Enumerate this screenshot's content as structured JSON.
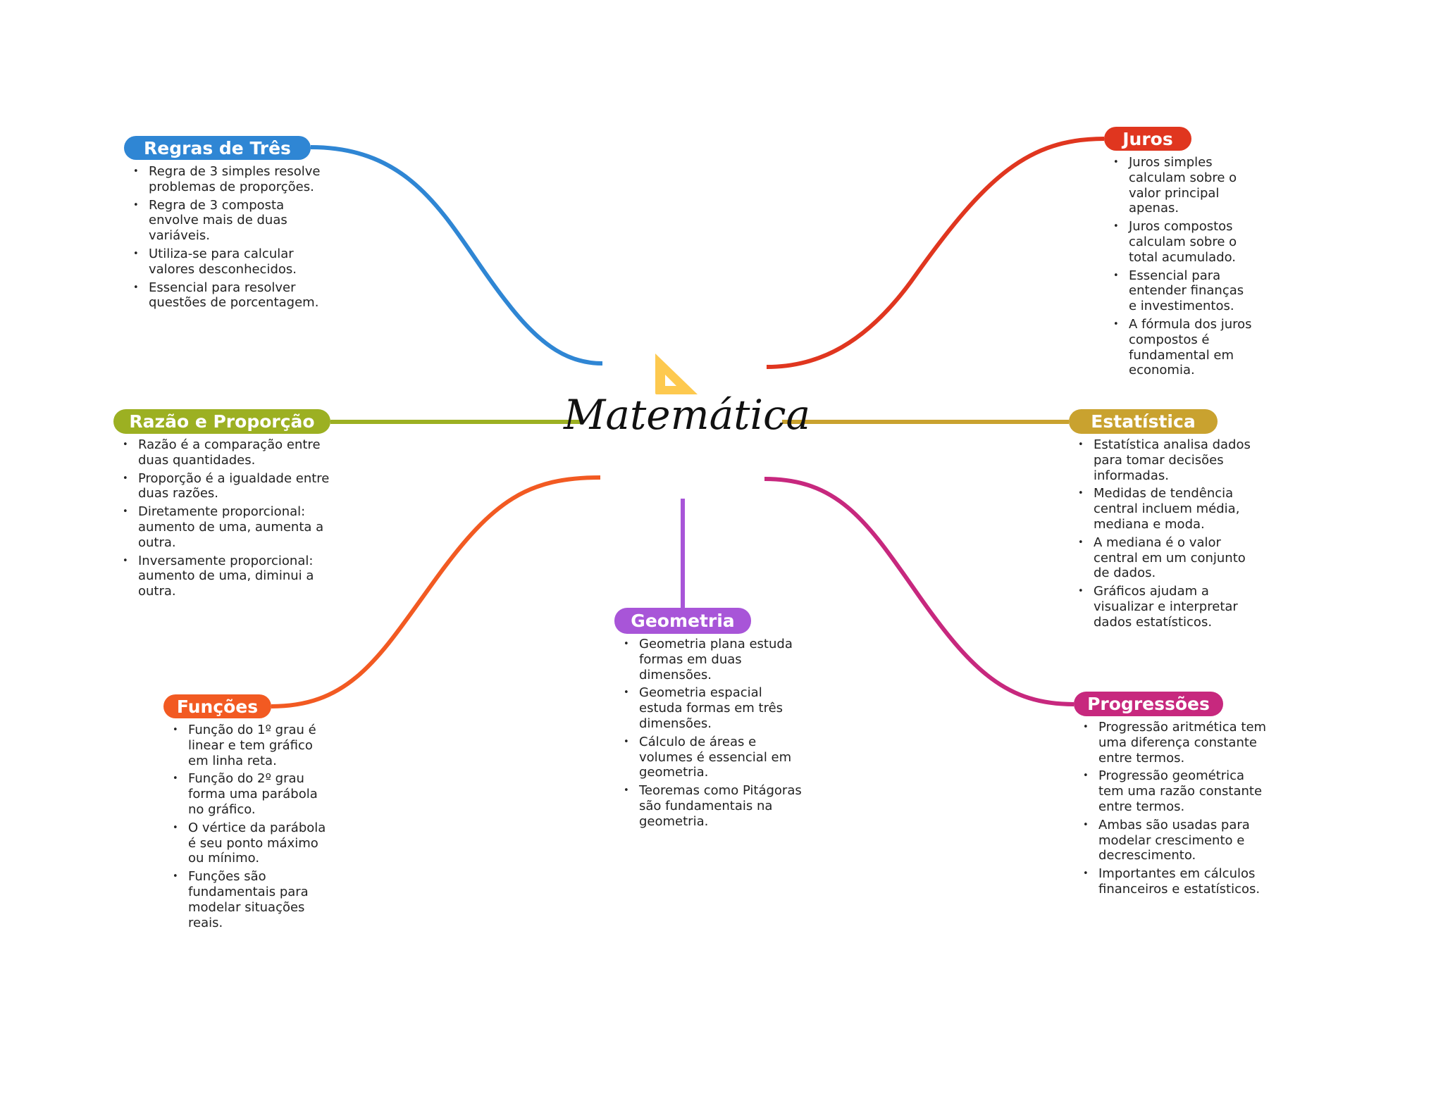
{
  "central": {
    "title": "Matemática",
    "icon": "set-square-icon",
    "icon_color": "#FDC94F"
  },
  "branches": [
    {
      "id": "regras",
      "label": "Regras de Três",
      "color": "#2F86D4",
      "items": [
        "Regra de 3 simples resolve problemas de proporções.",
        "Regra de 3 composta envolve mais de duas variáveis.",
        "Utiliza-se para calcular valores desconhecidos.",
        "Essencial para resolver questões de porcentagem."
      ]
    },
    {
      "id": "juros",
      "label": "Juros",
      "color": "#E0361F",
      "items": [
        "Juros simples calculam sobre o valor principal apenas.",
        "Juros compostos calculam sobre o total acumulado.",
        "Essencial para entender finanças e investimentos.",
        "A fórmula dos juros compostos é fundamental em economia."
      ]
    },
    {
      "id": "razao",
      "label": "Razão e Proporção",
      "color": "#9CB022",
      "items": [
        "Razão é a comparação entre duas quantidades.",
        "Proporção é a igualdade entre duas razões.",
        "Diretamente proporcional: aumento de uma, aumenta a outra.",
        "Inversamente proporcional: aumento de uma, diminui a outra."
      ]
    },
    {
      "id": "estatistica",
      "label": "Estatística",
      "color": "#C9A22F",
      "items": [
        "Estatística analisa dados para tomar decisões informadas.",
        "Medidas de tendência central incluem média, mediana e moda.",
        "A mediana é o valor central em um conjunto de dados.",
        "Gráficos ajudam a visualizar e interpretar dados estatísticos."
      ]
    },
    {
      "id": "funcoes",
      "label": "Funções",
      "color": "#F25A22",
      "items": [
        "Função do 1º grau é linear e tem gráfico em linha reta.",
        "Função do 2º grau forma uma parábola no gráfico.",
        "O vértice da parábola é seu ponto máximo ou mínimo.",
        "Funções são fundamentais para modelar situações reais."
      ]
    },
    {
      "id": "geometria",
      "label": "Geometria",
      "color": "#A855D8",
      "items": [
        "Geometria plana estuda formas em duas dimensões.",
        "Geometria espacial estuda formas em três dimensões.",
        "Cálculo de áreas e volumes é essencial em geometria.",
        "Teoremas como Pitágoras são fundamentais na geometria."
      ]
    },
    {
      "id": "progressoes",
      "label": "Progressões",
      "color": "#C7287E",
      "items": [
        "Progressão aritmética tem uma diferença constante entre termos.",
        "Progressão geométrica tem uma razão constante entre termos.",
        "Ambas são usadas para modelar crescimento e decrescimento.",
        "Importantes em cálculos financeiros e estatísticos."
      ]
    }
  ]
}
